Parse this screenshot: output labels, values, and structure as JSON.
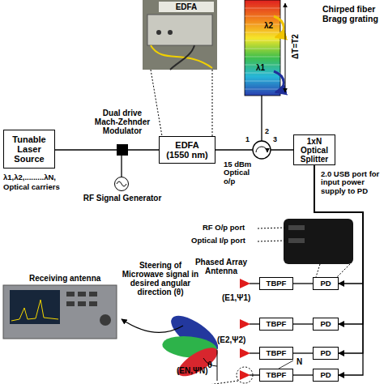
{
  "diagram": {
    "nodes": [
      {
        "text": [
          "Tunable Laser Source"
        ]
      },
      {
        "text": [
          "Dual drive Mach-Zehnder Modulator"
        ]
      },
      {
        "text": [
          "RF Signal Generator"
        ]
      },
      {
        "text": [
          "EDFA (1550 nm)"
        ]
      },
      {
        "text": [
          "1xN Optical Splitter"
        ]
      },
      {
        "text": [
          "TBPF"
        ]
      },
      {
        "text": [
          "PD"
        ]
      },
      {
        "text": [
          "TBPF"
        ]
      },
      {
        "text": [
          "PD"
        ]
      },
      {
        "text": [
          "TBPF"
        ]
      },
      {
        "text": [
          "PD"
        ]
      },
      {
        "text": [
          "TBPF"
        ]
      },
      {
        "text": [
          "PD"
        ]
      }
    ],
    "edges": [
      {
        "from": 0,
        "to": 1,
        "arrow": "none"
      },
      {
        "from": 2,
        "to": 1,
        "arrow": "none"
      },
      {
        "from": 1,
        "to": 3,
        "arrow": "none"
      },
      {
        "from": 3,
        "to": 4,
        "arrow": "none"
      },
      {
        "from": 4,
        "to": 6,
        "arrow": "to"
      },
      {
        "from": 4,
        "to": 8,
        "arrow": "to"
      },
      {
        "from": 4,
        "to": 10,
        "arrow": "to"
      },
      {
        "from": 4,
        "to": 12,
        "arrow": "to"
      },
      {
        "from": 6,
        "to": 5,
        "arrow": "none"
      },
      {
        "from": 8,
        "to": 7,
        "arrow": "none"
      },
      {
        "from": 10,
        "to": 9,
        "arrow": "none"
      },
      {
        "from": 12,
        "to": 11,
        "arrow": "none"
      }
    ],
    "labels": [
      "EDFA",
      "ΔT=T2",
      "λ2",
      "λ1",
      "Chirped fiber Bragg grating",
      "λ1,λ2,.........λN,",
      "Optical carriers",
      "15 dBm Optical o/p",
      "1",
      "2",
      "3",
      "2.0 USB port for input power supply to PD",
      "RF O/p port",
      "Optical I/p port",
      "Phased Array Antenna",
      "(E1,Ψ1)",
      "Steering of Microwave signal in desired angular direction (θ)",
      "Receiving antenna",
      "(E2,Ψ2)",
      "θ",
      "(EN,ΨN)",
      "N"
    ]
  }
}
